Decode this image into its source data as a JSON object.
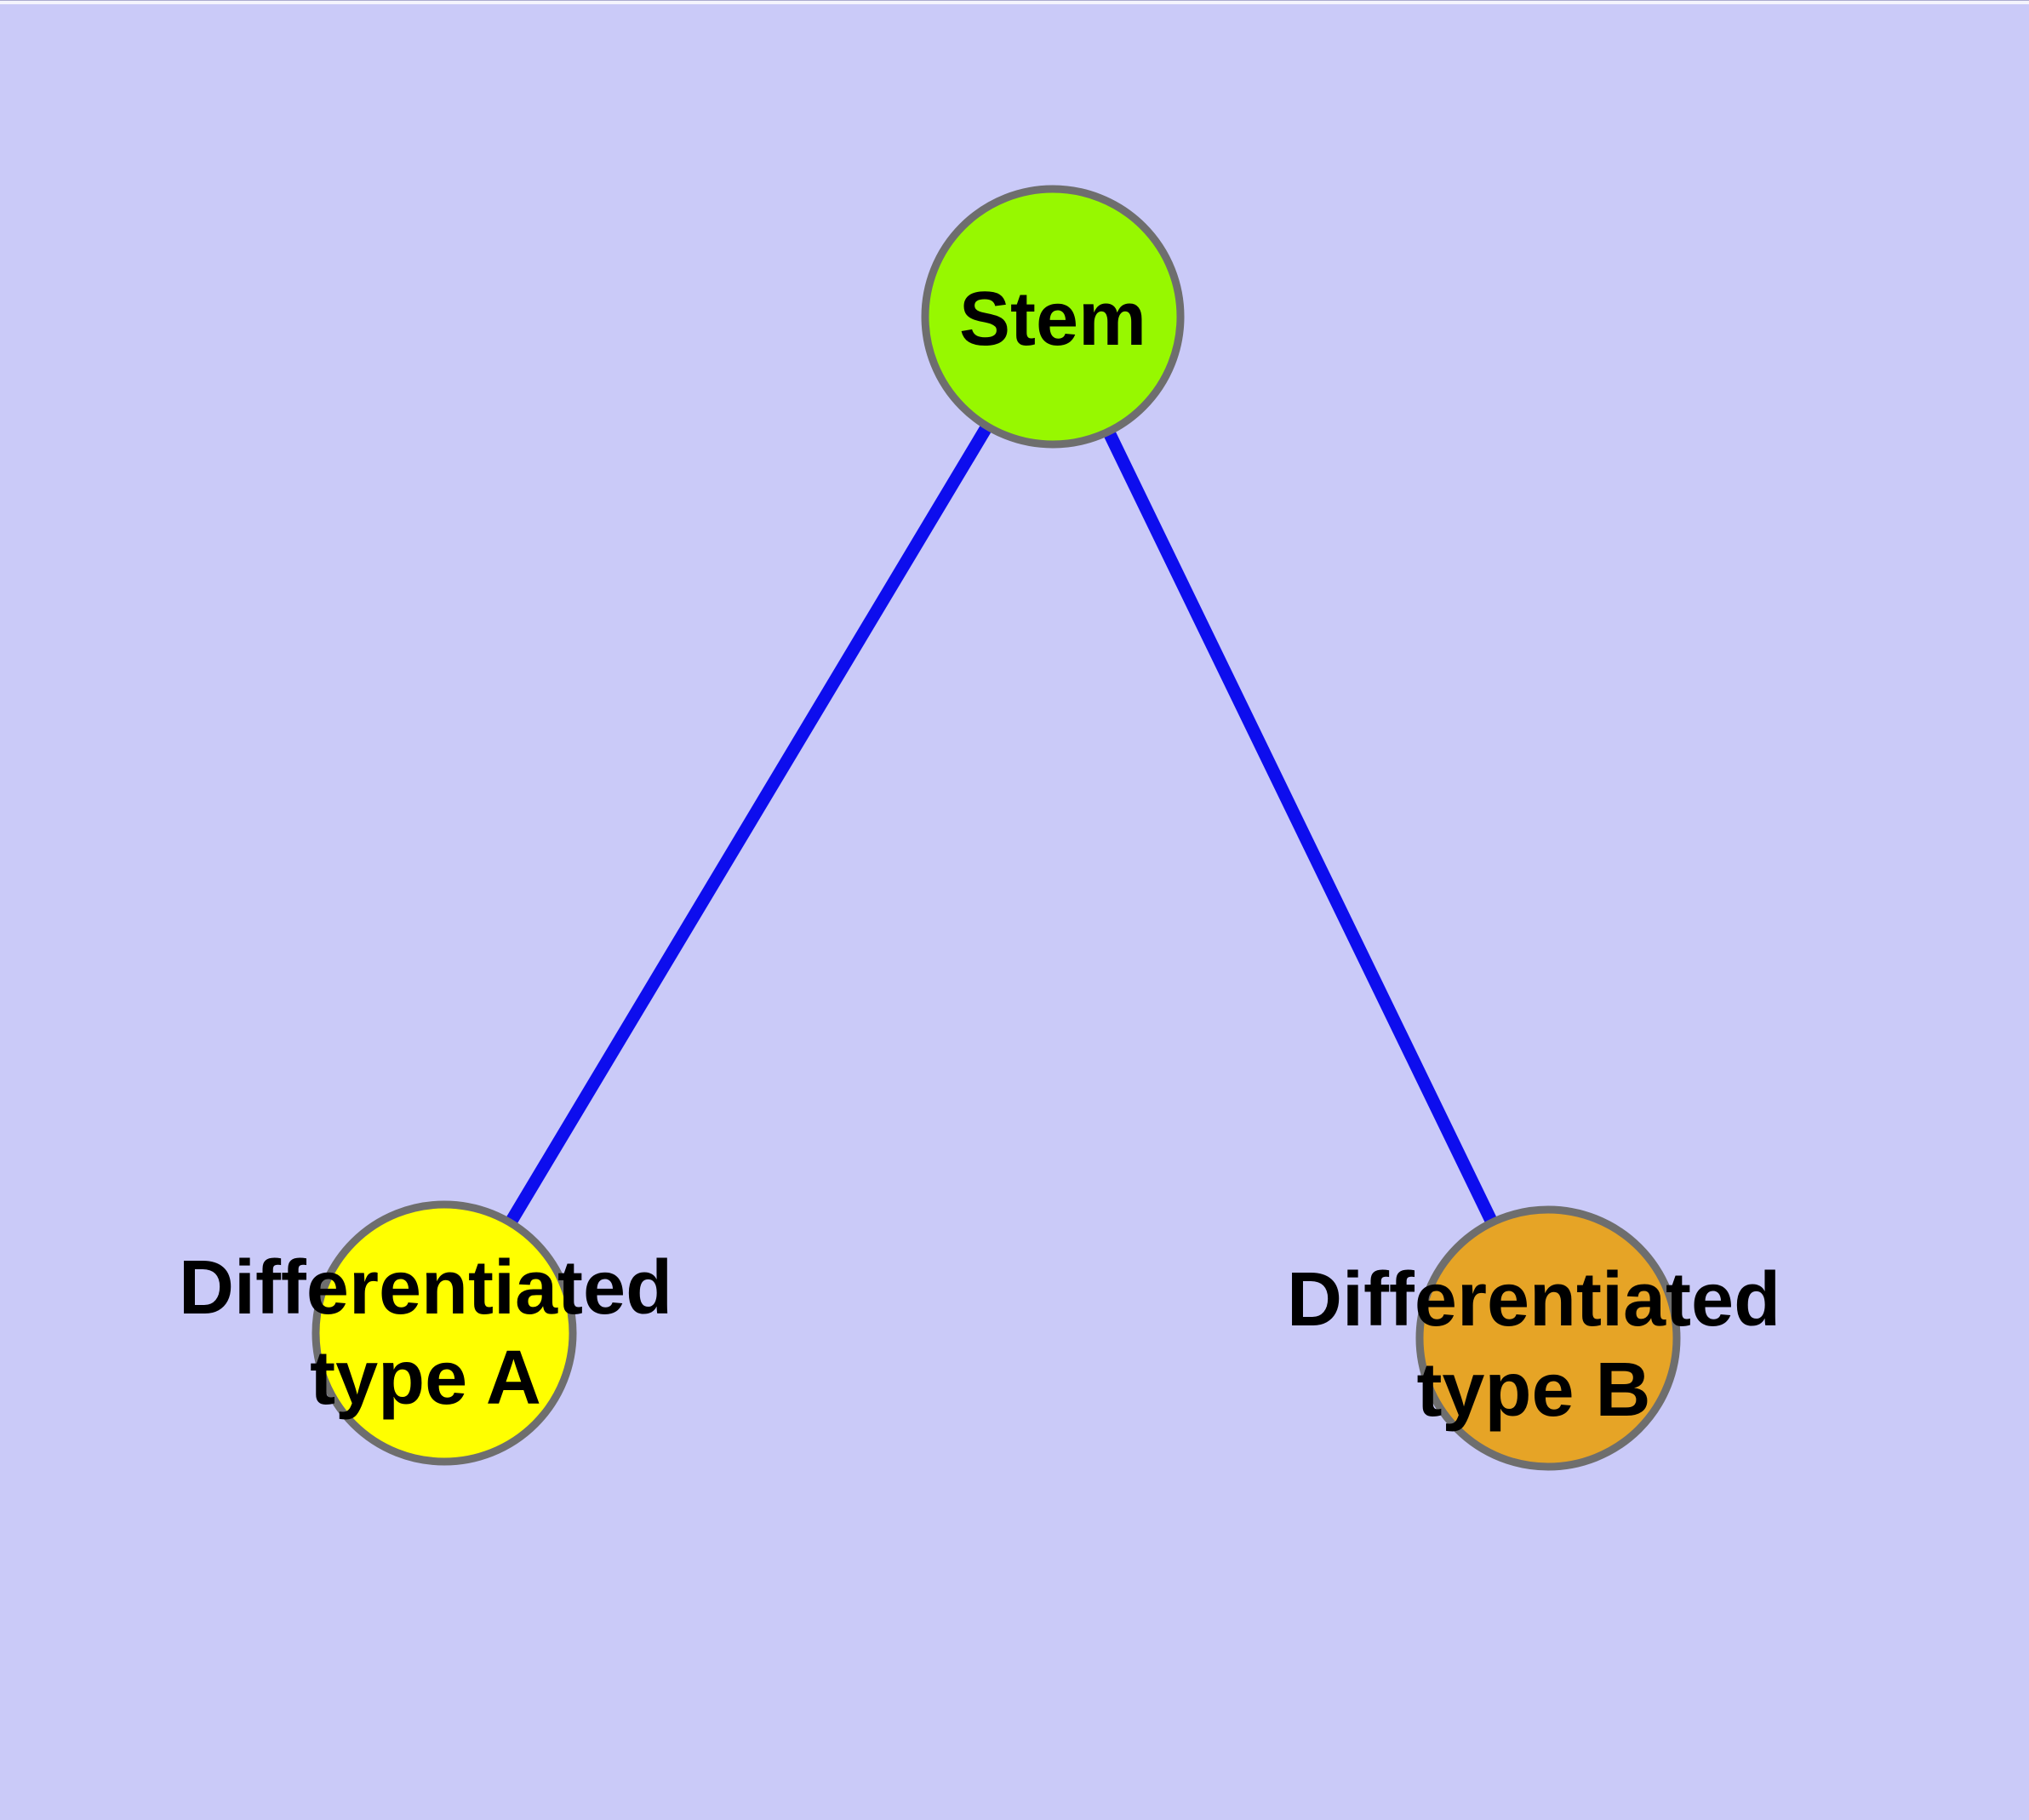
{
  "diagram": {
    "background_color": "#cacaf8",
    "edge_color": "#0d0dee",
    "node_border_color": "#6e6e6e",
    "nodes": {
      "stem": {
        "label": "Stem",
        "color": "#97f800"
      },
      "differentiated_type_a": {
        "label": "Differentiated\ntype A",
        "color": "#ffff00"
      },
      "differentiated_type_b": {
        "label": "Differentiated\ntype B",
        "color": "#e6a426"
      }
    },
    "edges": [
      {
        "from": "Stem",
        "to": "Differentiated type A"
      },
      {
        "from": "Stem",
        "to": "Differentiated type B"
      }
    ]
  }
}
